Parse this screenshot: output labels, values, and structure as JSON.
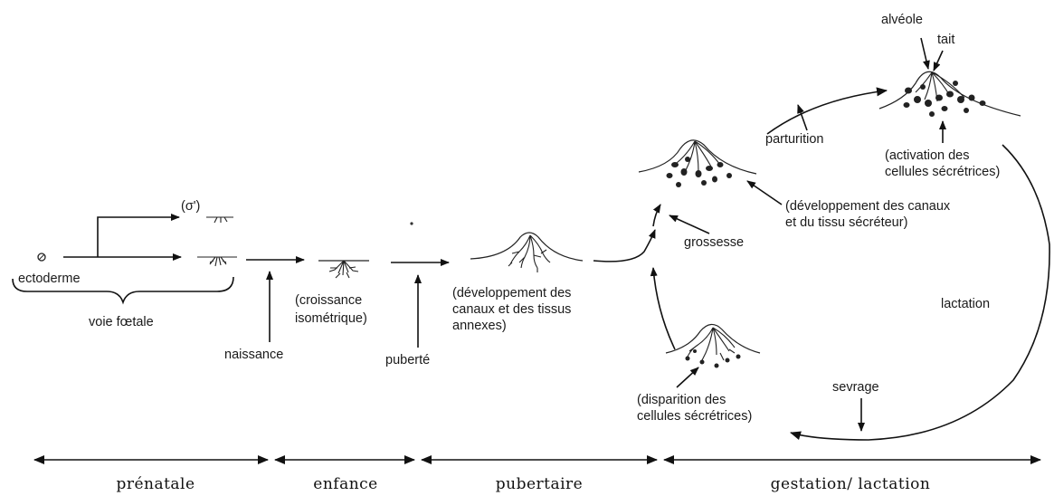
{
  "labels": {
    "male": "(σ')",
    "ectoderme": "ectoderme",
    "voie_foetale": "voie fœtale",
    "croissance_1": "(croissance",
    "croissance_2": "isométrique)",
    "naissance": "naissance",
    "puberte": "puberté",
    "dev_canaux_1": "(développement des",
    "dev_canaux_2": "canaux et des tissus",
    "dev_canaux_3": "annexes)",
    "grossesse": "grossesse",
    "dev_secreteur_1": "(développement des canaux",
    "dev_secreteur_2": "et du tissu sécréteur)",
    "parturition": "parturition",
    "activation_1": "(activation des",
    "activation_2": "cellules sécrétrices)",
    "alveole": "alvéole",
    "tait": "tait",
    "lactation": "lactation",
    "sevrage": "sevrage",
    "disparition_1": "(disparition des",
    "disparition_2": "cellules sécrétrices)"
  },
  "phases": [
    "prénatale",
    "enfance",
    "pubertaire",
    "gestation/ lactation"
  ]
}
